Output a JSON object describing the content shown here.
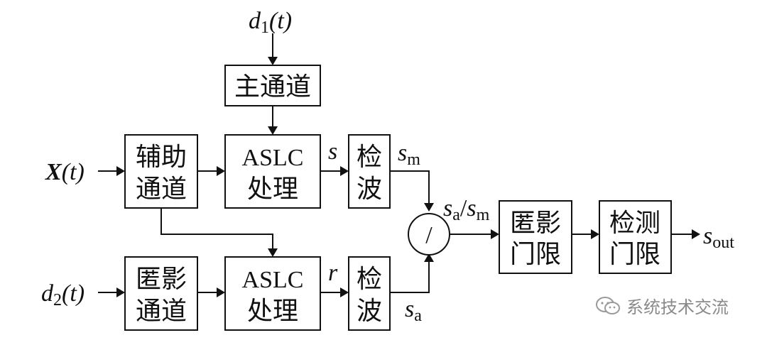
{
  "signals": {
    "d1": {
      "base": "d",
      "sub": "1",
      "arg": "(t)"
    },
    "x": {
      "base": "X",
      "arg": "(t)"
    },
    "d2": {
      "base": "d",
      "sub": "2",
      "arg": "(t)"
    },
    "s": "s",
    "r": "r",
    "sm": {
      "base": "s",
      "sub": "m"
    },
    "sa": {
      "base": "s",
      "sub": "a"
    },
    "ratio": {
      "num": "s",
      "num_sub": "a",
      "sep": "/",
      "den": "s",
      "den_sub": "m"
    },
    "sout": {
      "base": "s",
      "sub": "out"
    }
  },
  "blocks": {
    "main_channel": "主通道",
    "aux_channel": [
      "辅助",
      "通道"
    ],
    "aslc_top": [
      "ASLC",
      "处理"
    ],
    "detect_top": [
      "检",
      "波"
    ],
    "blank_channel": [
      "匿影",
      "通道"
    ],
    "aslc_bottom": [
      "ASLC",
      "处理"
    ],
    "detect_bottom": [
      "检",
      "波"
    ],
    "divider": "/",
    "blank_threshold": [
      "匿影",
      "门限"
    ],
    "detect_threshold": [
      "检测",
      "门限"
    ]
  },
  "watermark": {
    "text": "系统技术交流",
    "icon": "wechat-icon"
  }
}
